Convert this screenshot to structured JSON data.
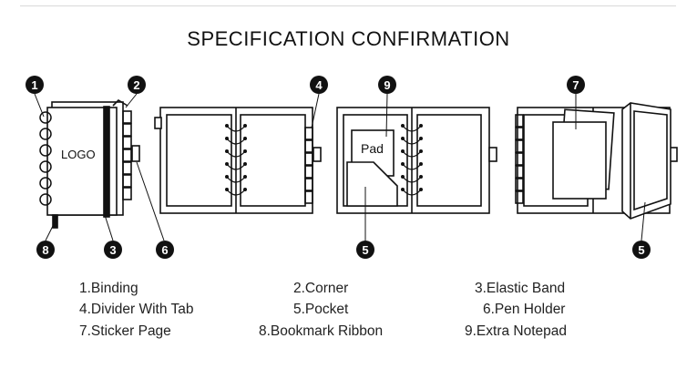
{
  "title": "SPECIFICATION CONFIRMATION",
  "figure_labels": {
    "logo": "LOGO",
    "pad": "Pad"
  },
  "callouts": [
    "1",
    "2",
    "3",
    "4",
    "5",
    "5",
    "6",
    "7",
    "8",
    "9"
  ],
  "legend": [
    "1.Binding",
    "2.Corner",
    "3.Elastic Band",
    "4.Divider With Tab",
    "5.Pocket",
    "6.Pen Holder",
    "7.Sticker Page",
    "8.Bookmark Ribbon",
    "9.Extra Notepad"
  ],
  "colors": {
    "ink": "#111111",
    "callout_fill": "#111111",
    "callout_text": "#ffffff",
    "rule": "#d9d9d9"
  }
}
